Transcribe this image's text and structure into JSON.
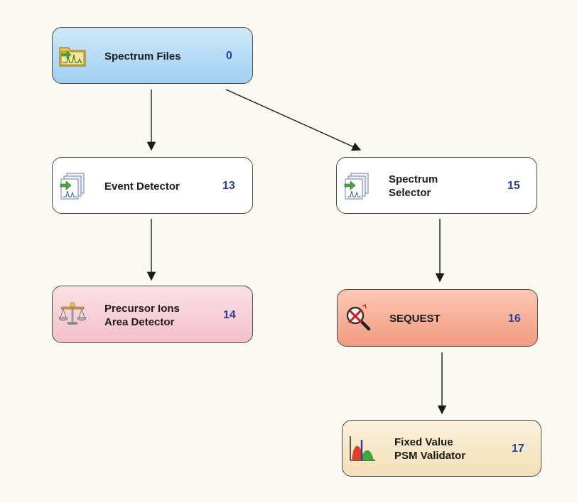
{
  "workflow": {
    "nodes": [
      {
        "id": "spectrum-files",
        "label": "Spectrum Files",
        "count": "0",
        "icon": "folder-spectrum-icon"
      },
      {
        "id": "event-detector",
        "label": "Event Detector",
        "count": "13",
        "icon": "stacked-spectra-icon"
      },
      {
        "id": "spectrum-selector",
        "label": "Spectrum\nSelector",
        "count": "15",
        "icon": "stacked-spectra-icon"
      },
      {
        "id": "precursor-ions-area-detector",
        "label": "Precursor Ions\nArea Detector",
        "count": "14",
        "icon": "balance-scale-icon"
      },
      {
        "id": "sequest",
        "label": "SEQUEST",
        "count": "16",
        "icon": "magnifier-search-icon"
      },
      {
        "id": "fixed-value-psm-validator",
        "label": "Fixed Value\nPSM Validator",
        "count": "17",
        "icon": "distribution-chart-icon"
      }
    ],
    "edges": [
      {
        "from": "spectrum-files",
        "to": "event-detector"
      },
      {
        "from": "spectrum-files",
        "to": "spectrum-selector"
      },
      {
        "from": "event-detector",
        "to": "precursor-ions-area-detector"
      },
      {
        "from": "spectrum-selector",
        "to": "sequest"
      },
      {
        "from": "sequest",
        "to": "fixed-value-psm-validator"
      }
    ]
  },
  "colors": {
    "count_text": "#2a3f9e",
    "edge": "#1a1a1a",
    "background": "#fbfaf2"
  }
}
